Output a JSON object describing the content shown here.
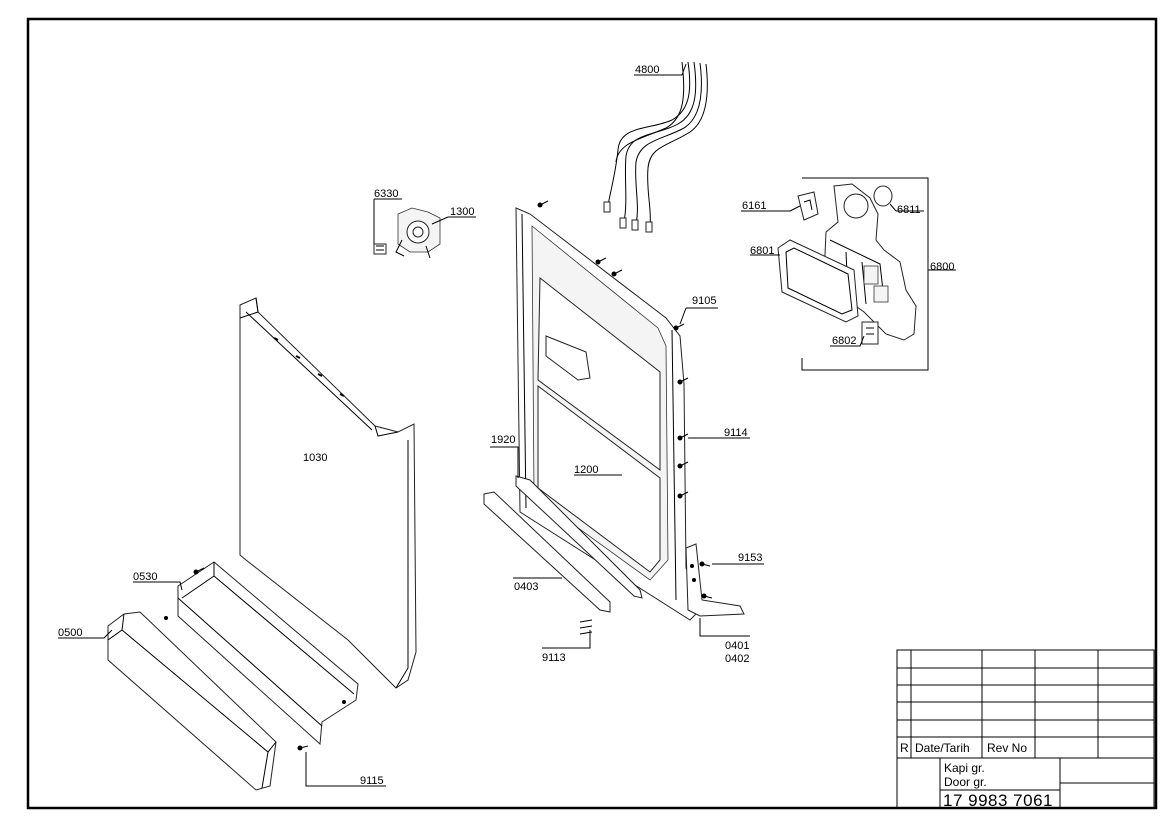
{
  "callouts": {
    "c4800": "4800",
    "c6330": "6330",
    "c1300": "1300",
    "c6161": "6161",
    "c6811": "6811",
    "c6801": "6801",
    "c6800": "6800",
    "c6802": "6802",
    "c9105": "9105",
    "c1030": "1030",
    "c9114": "9114",
    "c1920": "1920",
    "c1200": "1200",
    "c9153": "9153",
    "c0530": "0530",
    "c0403": "0403",
    "c0500": "0500",
    "c0401": "0401",
    "c0402": "0402",
    "c9113": "9113",
    "c9115": "9115"
  },
  "title_block": {
    "rev_col": "R",
    "date_col": "Date/Tarih",
    "revno_col": "Rev No",
    "desc_tr": "Kapi gr.",
    "desc_en": "Door gr.",
    "drawing_no": "17 9983 7061"
  }
}
